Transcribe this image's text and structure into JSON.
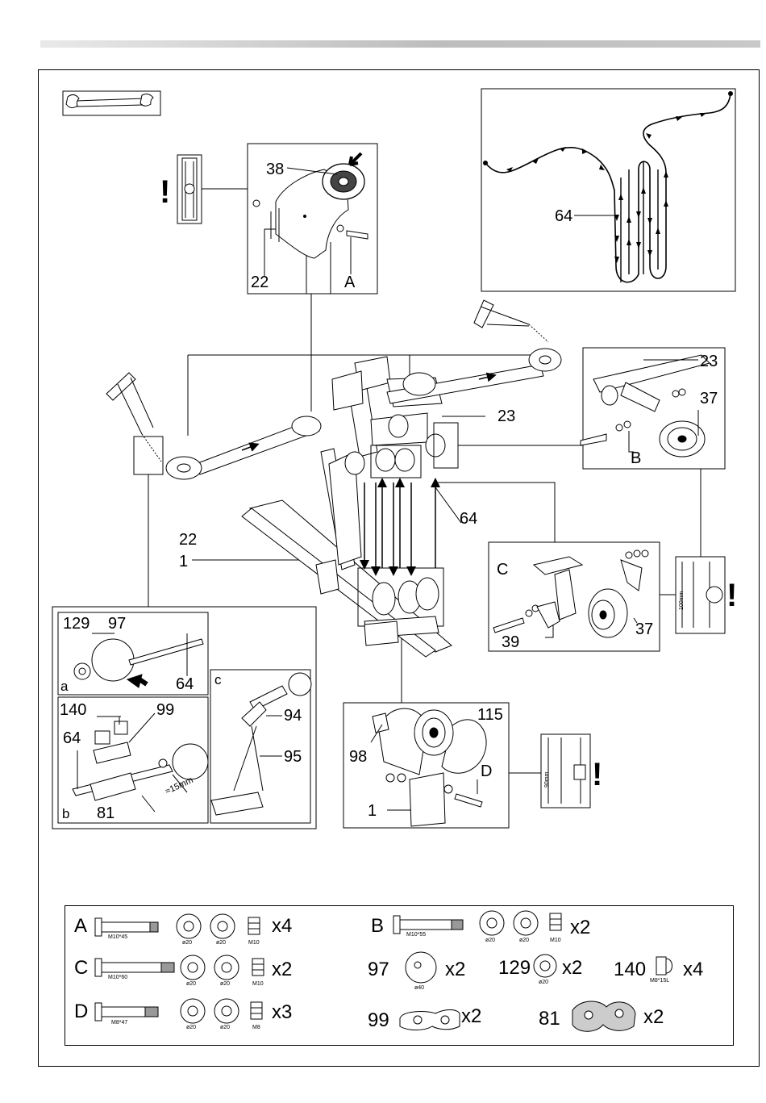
{
  "callouts": {
    "tr_cable": "64",
    "top_center": {
      "p38": "38",
      "p22": "22",
      "pA": "A"
    },
    "main": {
      "p22": "22",
      "p1": "1",
      "p23": "23",
      "p64": "64"
    },
    "right_upper": {
      "p23": "23",
      "p37": "37",
      "pB": "B"
    },
    "right_mid": {
      "pC": "C",
      "p39": "39",
      "p37": "37",
      "dim": "100mm"
    },
    "box_a": {
      "tag": "a",
      "p129": "129",
      "p97": "97",
      "p64": "64"
    },
    "box_b": {
      "tag": "b",
      "p140": "140",
      "p99": "99",
      "p64": "64",
      "p81": "81",
      "dim": "≈15mm"
    },
    "box_c": {
      "tag": "c",
      "p94": "94",
      "p95": "95"
    },
    "bottom": {
      "p115": "115",
      "p98": "98",
      "pD": "D",
      "p1": "1",
      "dim": "90mm"
    },
    "warning": "!"
  },
  "legend": {
    "rows": [
      {
        "id": "A",
        "bolt": "M10*45",
        "washer1": "ø20",
        "washer2": "ø20",
        "nut": "M10",
        "qty": "x4"
      },
      {
        "id": "B",
        "bolt": "M10*55",
        "washer1": "ø20",
        "washer2": "ø20",
        "nut": "M10",
        "qty": "x2"
      },
      {
        "id": "C",
        "bolt": "M10*60",
        "washer1": "ø20",
        "washer2": "ø20",
        "nut": "M10",
        "qty": "x2"
      },
      {
        "id": "D",
        "bolt": "M8*47",
        "washer1": "ø20",
        "washer2": "ø20",
        "nut": "M8",
        "qty": "x3"
      }
    ],
    "parts": [
      {
        "id": "97",
        "spec": "ø40",
        "qty": "x2"
      },
      {
        "id": "129",
        "spec": "ø20",
        "qty": "x2"
      },
      {
        "id": "140",
        "spec": "M8*15L",
        "qty": "x4"
      },
      {
        "id": "99",
        "qty": "x2"
      },
      {
        "id": "81",
        "qty": "x2"
      }
    ]
  }
}
